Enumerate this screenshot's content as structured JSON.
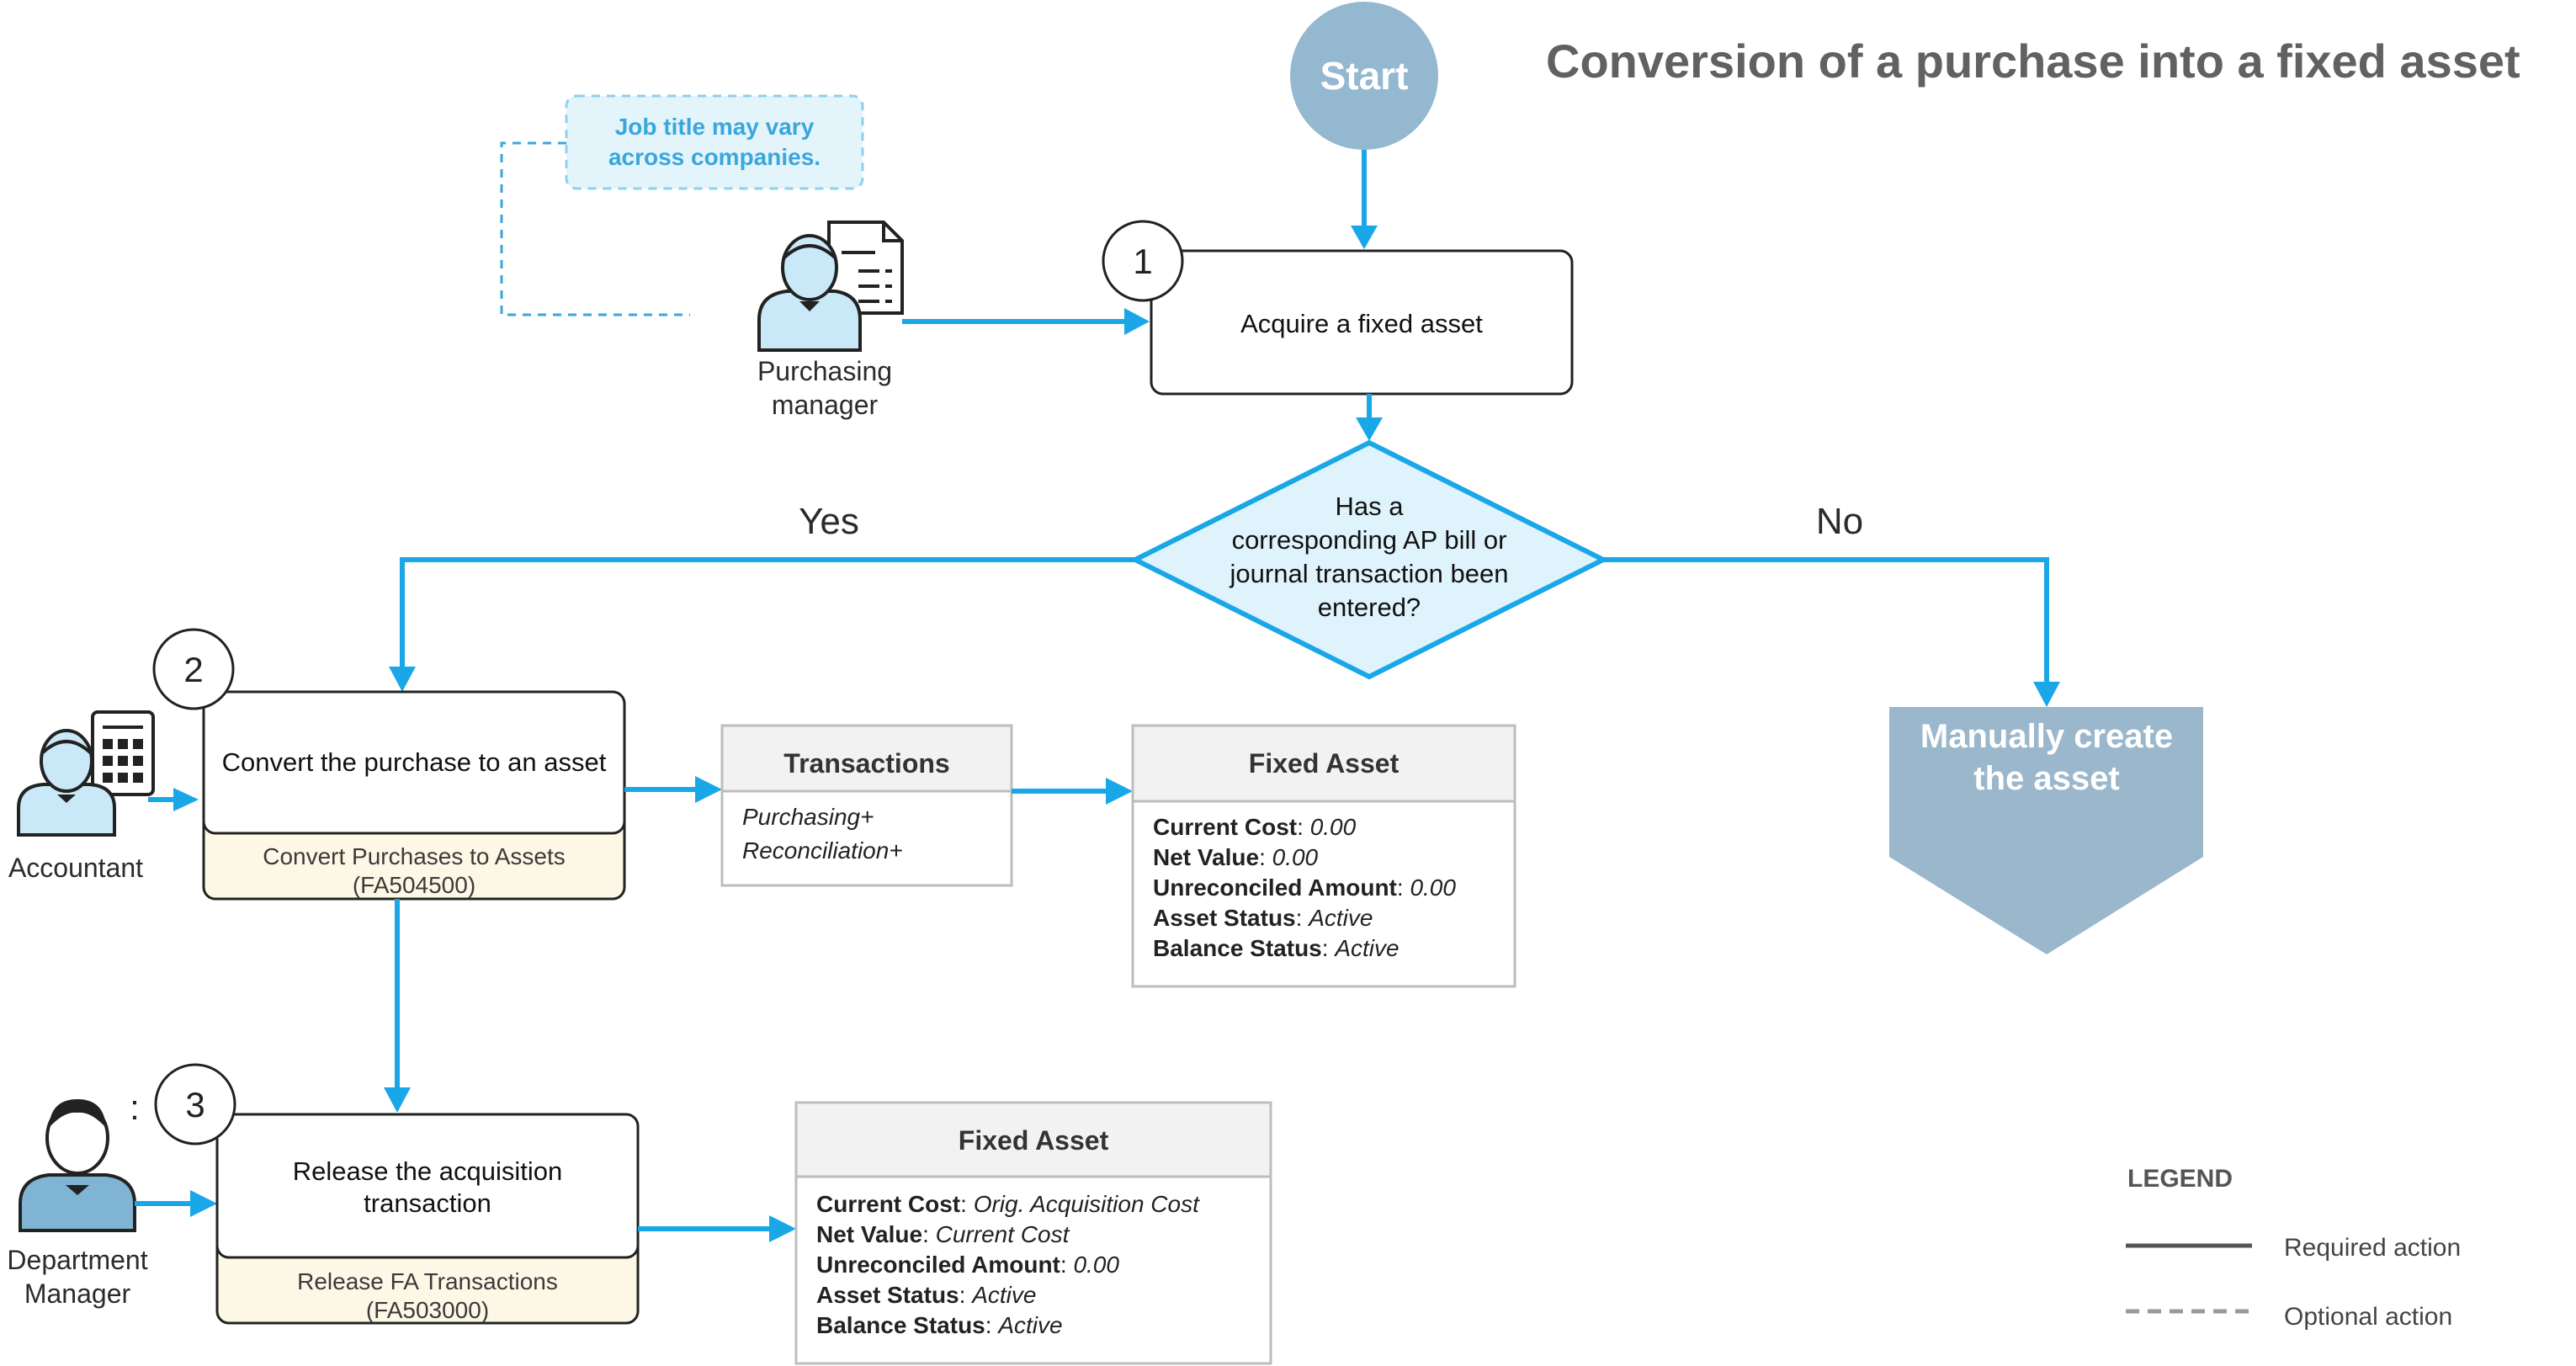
{
  "title": "Conversion of a purchase into a fixed asset",
  "start": "Start",
  "note": {
    "line1": "Job title may vary",
    "line2": "across companies."
  },
  "roles": {
    "purchasing_manager": {
      "line1": "Purchasing",
      "line2": "manager"
    },
    "accountant": "Accountant",
    "department_manager": {
      "line1": "Department",
      "line2": "Manager"
    }
  },
  "steps": [
    {
      "number": "1",
      "label": "Acquire a fixed asset"
    },
    {
      "number": "2",
      "label": "Convert the purchase to an asset",
      "form_line1": "Convert Purchases to Assets",
      "form_line2": "(FA504500)"
    },
    {
      "number": "3",
      "label_line1": "Release the acquisition",
      "label_line2": "transaction",
      "form_line1": "Release FA Transactions",
      "form_line2": "(FA503000)"
    }
  ],
  "decision": {
    "lines": [
      "Has a",
      "corresponding AP bill or",
      "journal transaction been",
      "entered?"
    ],
    "yes": "Yes",
    "no": "No"
  },
  "manual_create": {
    "line1": "Manually create",
    "line2": "the asset"
  },
  "transactions_card": {
    "title": "Transactions",
    "items": [
      "Purchasing+",
      "Reconciliation+"
    ]
  },
  "fixed_asset_card_1": {
    "title": "Fixed Asset",
    "rows": [
      {
        "key": "Current Cost",
        "value": "0.00"
      },
      {
        "key": "Net Value",
        "value": "0.00"
      },
      {
        "key": "Unreconciled Amount",
        "value": "0.00"
      },
      {
        "key": "Asset Status",
        "value": "Active"
      },
      {
        "key": "Balance Status",
        "value": "Active"
      }
    ]
  },
  "fixed_asset_card_2": {
    "title": "Fixed Asset",
    "rows": [
      {
        "key": "Current Cost",
        "value": "Orig. Acquisition Cost"
      },
      {
        "key": "Net Value",
        "value": "Current Cost"
      },
      {
        "key": "Unreconciled Amount",
        "value": "0.00"
      },
      {
        "key": "Asset Status",
        "value": "Active"
      },
      {
        "key": "Balance Status",
        "value": "Active"
      }
    ]
  },
  "dept_colon": ":",
  "legend": {
    "title": "LEGEND",
    "required": "Required action",
    "optional": "Optional action"
  },
  "colors": {
    "flow": "#1aa7e8",
    "start_fill": "#94b8cf",
    "manual_fill": "#9ab7cc",
    "decision_fill": "#dff3fc",
    "form_fill": "#fdf8e6",
    "note_fill": "#e3f4fb",
    "person_fill": "#c9e9f8"
  }
}
